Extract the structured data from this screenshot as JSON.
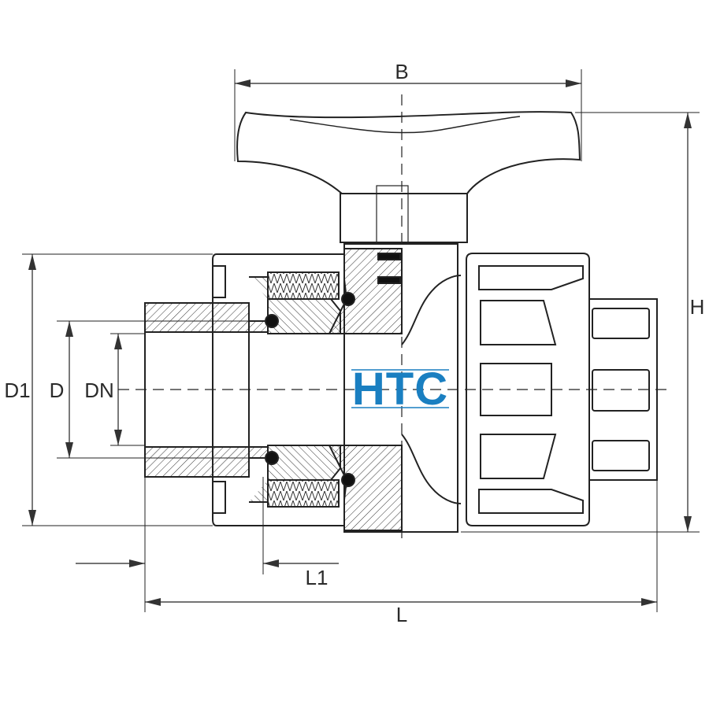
{
  "drawing": {
    "logo": {
      "text": "HTC",
      "color": "#1a7fc1"
    },
    "line_color": "#222222",
    "dimensions": {
      "B": "B",
      "H": "H",
      "D1": "D1",
      "D": "D",
      "DN": "DN",
      "L1": "L1",
      "L": "L"
    }
  }
}
